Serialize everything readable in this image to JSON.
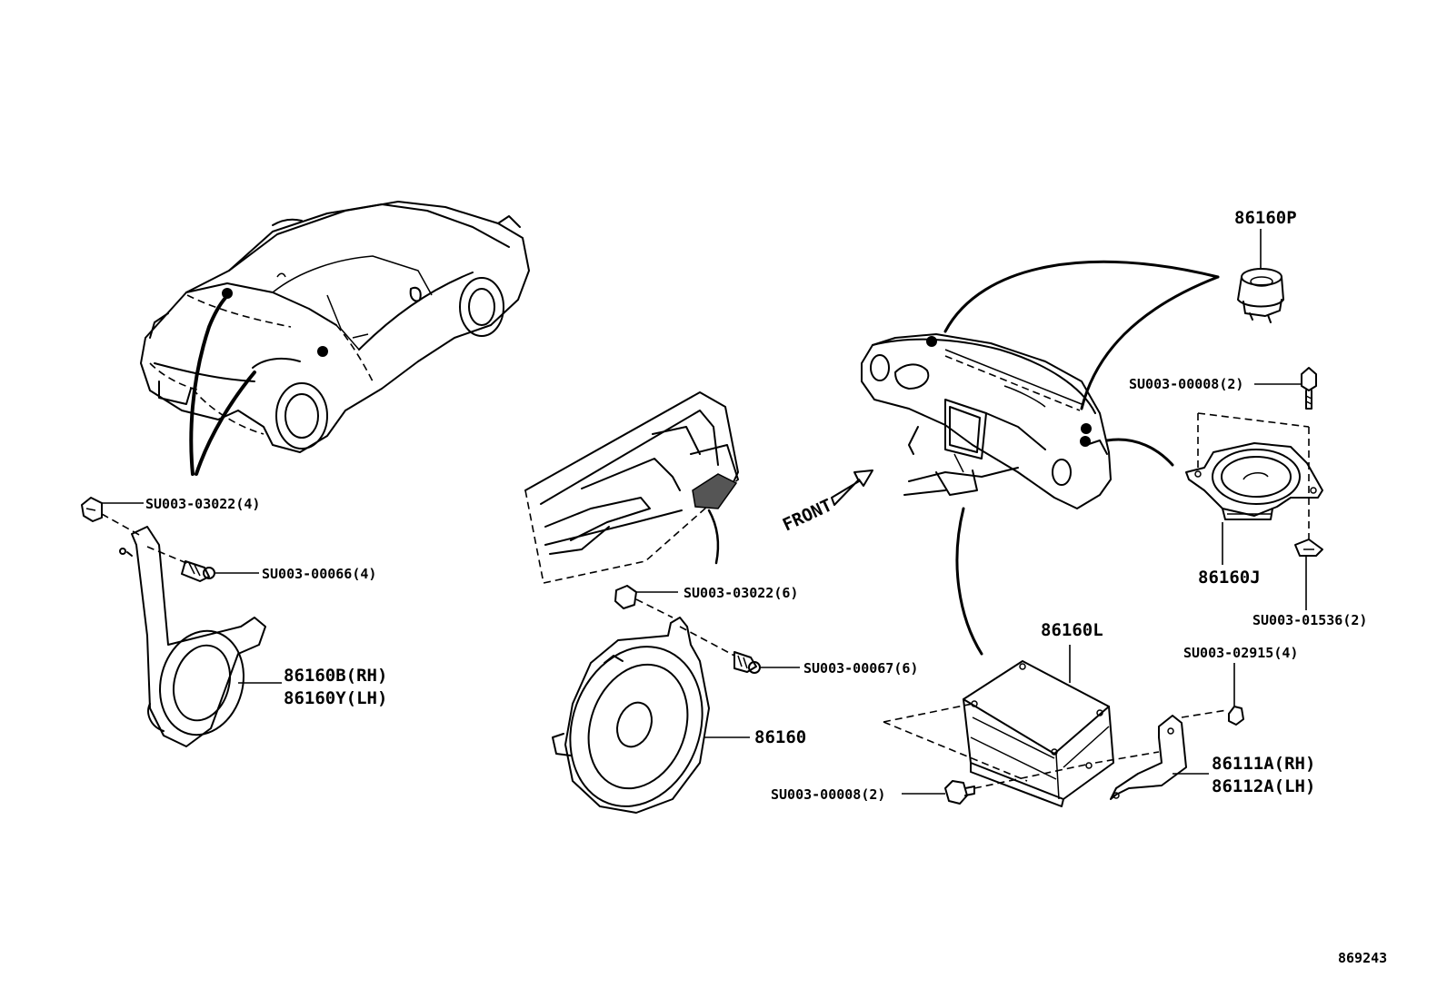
{
  "diagram": {
    "labels": {
      "p86160P": "86160P",
      "su00008_top": "SU003-00008(2)",
      "p86160J": "86160J",
      "su01536": "SU003-01536(2)",
      "p86160L": "86160L",
      "su02915": "SU003-02915(4)",
      "p86111A": "86111A(RH)",
      "p86112A": "86112A(LH)",
      "su00008_bottom": "SU003-00008(2)",
      "p86160": "86160",
      "su03022_6": "SU003-03022(6)",
      "su00067": "SU003-00067(6)",
      "su03022_4": "SU003-03022(4)",
      "su00066": "SU003-00066(4)",
      "p86160B": "86160B(RH)",
      "p86160Y": "86160Y(LH)",
      "front": "FRONT",
      "figure_number": "869243"
    }
  }
}
